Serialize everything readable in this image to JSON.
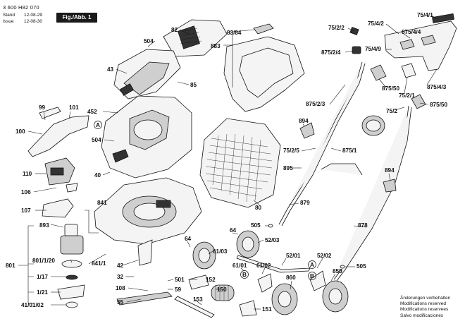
{
  "header": {
    "doc_number": "3 600 H82 070",
    "stand_label": "Stand",
    "stand_value": "12-08-29",
    "issue_label": "Issue",
    "issue_value": "12-08-30",
    "figure_label": "Fig./Abb. 1"
  },
  "labels": {
    "l82": "82",
    "l504a": "504",
    "l43": "43",
    "l85": "85",
    "l8384": "83/84",
    "l883": "883",
    "l99": "99",
    "l101": "101",
    "l452": "452",
    "l100": "100",
    "lA1": "A",
    "l504b": "504",
    "l110": "110",
    "l40": "40",
    "l106": "106",
    "l107": "107",
    "l841": "841",
    "l893": "893",
    "l801_1_20": "801/1/20",
    "l801": "801",
    "l1_17": "1/17",
    "l1_21": "1/21",
    "l41_01_02": "41/01/02",
    "l841_1": "841/1",
    "l42": "42",
    "l32": "32",
    "l108": "108",
    "l55": "55",
    "l501": "501",
    "l59": "59",
    "l152": "152",
    "l150": "150",
    "l153": "153",
    "l151": "151",
    "l64a": "64",
    "l64b": "64",
    "l61_03": "61/03",
    "l52_03": "52/03",
    "l61_01": "61/01",
    "lB1": "B",
    "l61_02": "61/02",
    "l860": "860",
    "l52_01": "52/01",
    "l52_02": "52/02",
    "lA2": "A",
    "lB2": "B",
    "l850": "850",
    "l505a": "505",
    "l505b": "505",
    "l80": "80",
    "l879": "879",
    "l878": "878",
    "l894a": "894",
    "l894b": "894",
    "l875_2_5": "75/2/5",
    "l875_1": "875/1",
    "l895": "895",
    "l875_2_3": "875/2/3",
    "l75_2_2": "75/2/2",
    "l875_2_4": "875/2/4",
    "l75_4_2": "75/4/2",
    "l75_4_1": "75/4/1",
    "l875_4_4": "875/4/4",
    "l75_4_9": "75/4/9",
    "l875_4_3": "875/4/3",
    "l875_50a": "875/50",
    "l875_50b": "875/50",
    "l75_2_1": "75/2/1",
    "l75_2": "75/2"
  },
  "notes": {
    "de": "Änderungen vorbehalten",
    "en": "Modifications reserved",
    "fr": "Modifications reservees",
    "es": "Salvo modificaciones"
  }
}
